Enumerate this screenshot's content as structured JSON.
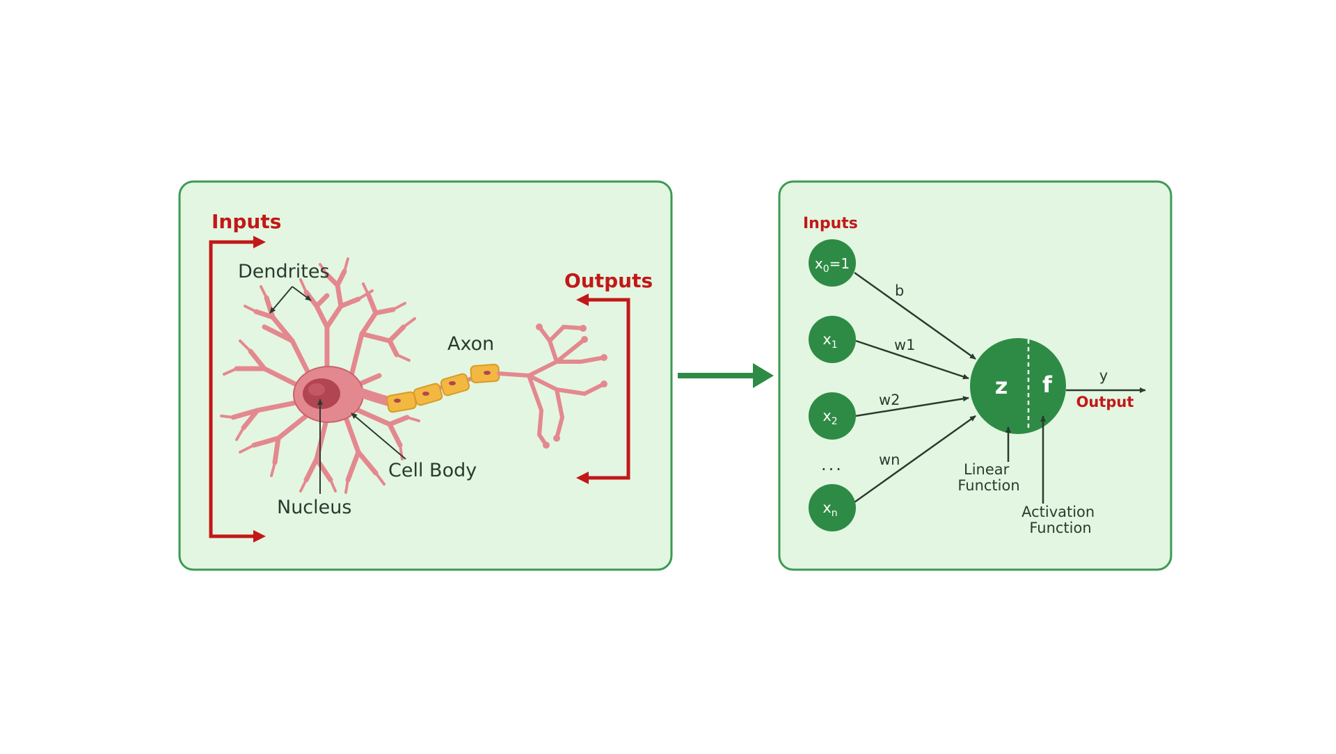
{
  "colors": {
    "panel_fill": "#e3f6e1",
    "panel_stroke": "#3c9a52",
    "accent_red": "#c21818",
    "node_green": "#2e8b45",
    "arrow_green": "#2e8b45",
    "neuron_pink": "#e4888f",
    "neuron_outline": "#c9626b",
    "nucleus": "#b24552",
    "myelin": "#f2b841",
    "text_dark": "#2b3a2f"
  },
  "biological": {
    "inputs_label": "Inputs",
    "outputs_label": "Outputs",
    "dendrites_label": "Dendrites",
    "axon_label": "Axon",
    "cell_body_label": "Cell Body",
    "nucleus_label": "Nucleus"
  },
  "artificial": {
    "inputs_label": "Inputs",
    "nodes": [
      {
        "main": "x",
        "sub": "0",
        "tail": "=1"
      },
      {
        "main": "x",
        "sub": "1",
        "tail": ""
      },
      {
        "main": "x",
        "sub": "2",
        "tail": ""
      },
      {
        "main": "x",
        "sub": "n",
        "tail": ""
      }
    ],
    "ellipsis": "...",
    "weights": [
      "b",
      "w1",
      "w2",
      "wn"
    ],
    "z_label": "z",
    "f_label": "f",
    "y_label": "y",
    "output_label": "Output",
    "linear_line1": "Linear",
    "linear_line2": "Function",
    "activation_line1": "Activation",
    "activation_line2": "Function"
  }
}
